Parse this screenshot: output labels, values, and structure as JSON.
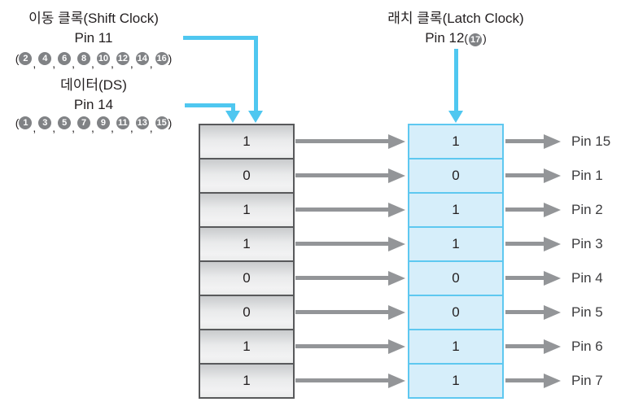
{
  "title_blocks": {
    "shift_clock": {
      "title": "이동 클록(Shift Clock)",
      "pin": "Pin 11",
      "pin_numbers": [
        2,
        4,
        6,
        8,
        10,
        12,
        14,
        16
      ]
    },
    "data_signal": {
      "title": "데이터(DS)",
      "pin": "Pin 14",
      "pin_numbers": [
        1,
        3,
        5,
        7,
        9,
        11,
        13,
        15
      ]
    },
    "latch_clock": {
      "title": "래치 클록(Latch Clock)",
      "pin_text": "Pin 12",
      "pin_number": 17
    }
  },
  "format": {
    "open": "(",
    "separator": ", ",
    "close": ")"
  },
  "rows": [
    {
      "shift": "1",
      "latch": "1",
      "pin": "Pin 15"
    },
    {
      "shift": "0",
      "latch": "0",
      "pin": "Pin 1"
    },
    {
      "shift": "1",
      "latch": "1",
      "pin": "Pin 2"
    },
    {
      "shift": "1",
      "latch": "1",
      "pin": "Pin 3"
    },
    {
      "shift": "0",
      "latch": "0",
      "pin": "Pin 4"
    },
    {
      "shift": "0",
      "latch": "0",
      "pin": "Pin 5"
    },
    {
      "shift": "1",
      "latch": "1",
      "pin": "Pin 6"
    },
    {
      "shift": "1",
      "latch": "1",
      "pin": "Pin 7"
    }
  ],
  "colors": {
    "accent_cyan": "#4fc7f0",
    "arrow_gray": "#939598",
    "shift_border": "#58595b",
    "shift_cell_top": "#c9cbcd",
    "shift_cell_bottom": "#f2f2f3",
    "latch_bg": "#d6eefa",
    "latch_border": "#5ec8f0",
    "badge_gray": "#808285",
    "ink": "#231f20",
    "pin_ink": "#3d3d3f"
  }
}
